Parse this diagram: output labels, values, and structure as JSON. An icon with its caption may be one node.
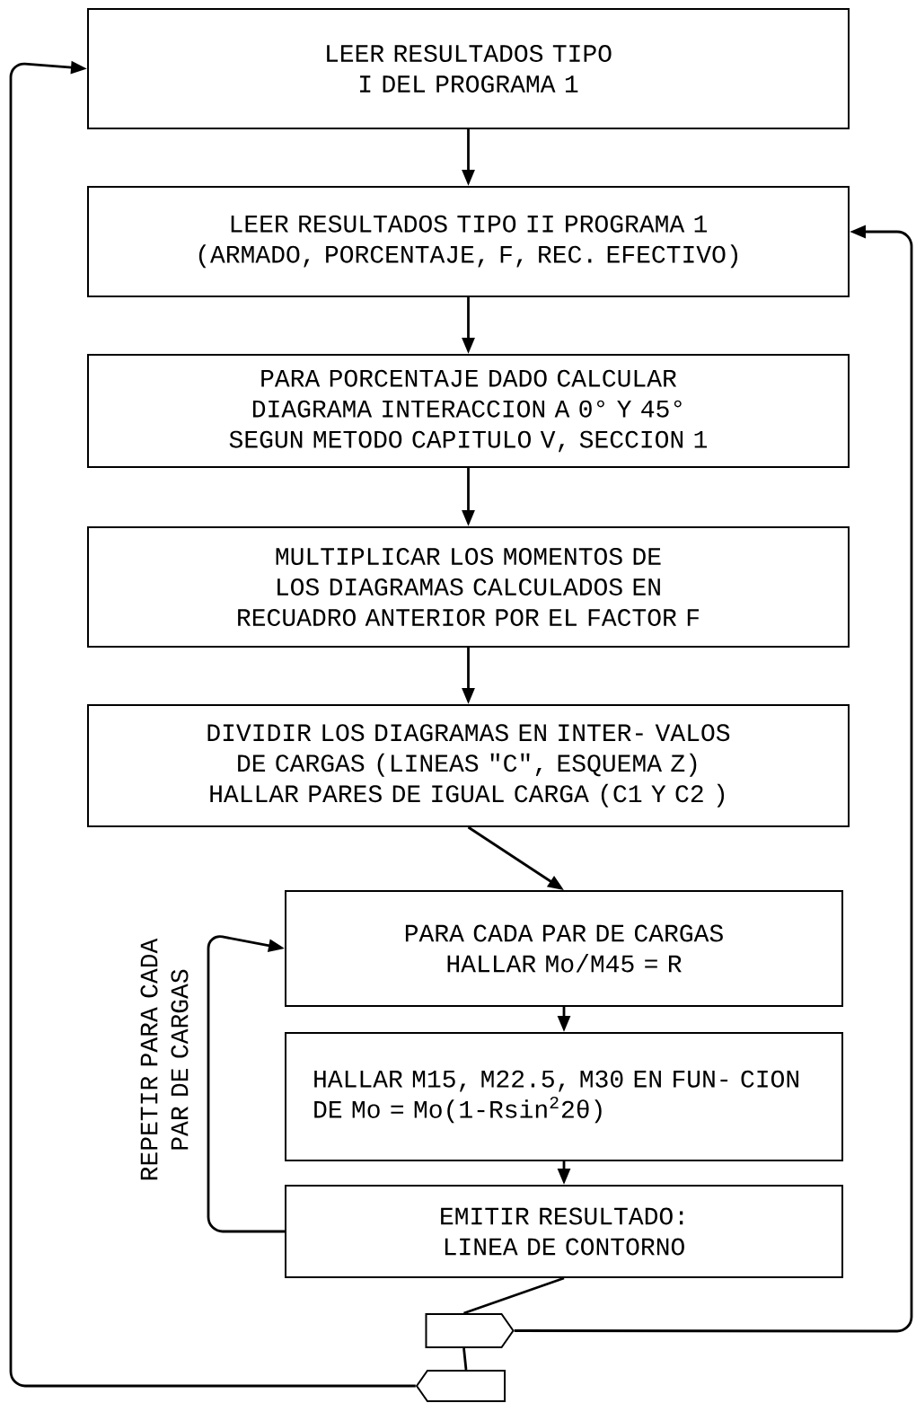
{
  "diagram": {
    "nodes": [
      {
        "text": [
          "LEER RESULTADOS TIPO I DEL PROGRAMA 1"
        ]
      },
      {
        "text": [
          "LEER RESULTADOS TIPO II PROGRAMA 1 (ARMADO, PORCENTAJE, F, REC. EFECTIVO)"
        ]
      },
      {
        "text": [
          "PARA PORCENTAJE DADO CALCULAR DIAGRAMA INTERACCION A 0° Y 45° SEGUN METODO CAPITULO V, SECCION 1"
        ]
      },
      {
        "text": [
          "MULTIPLICAR LOS MOMENTOS DE LOS DIAGRAMAS CALCULADOS EN RECUADRO ANTERIOR POR EL FACTOR F"
        ]
      },
      {
        "text": [
          "DIVIDIR LOS DIAGRAMAS EN INTER- VALOS DE CARGAS (LINEAS \"C\", ESQUEMA Z) HALLAR PARES DE IGUAL CARGA (C1 Y C2 )"
        ]
      },
      {
        "text": [
          "PARA CADA PAR DE CARGAS HALLAR Mo/M45 = R"
        ]
      },
      {
        "text": [
          "HALLAR M15, M22.5, M30 EN FUN- CION DE Mo = Mo(1-Rsin$^{2}$2θ)"
        ]
      },
      {
        "text": [
          "EMITIR RESULTADO: LINEA DE CONTORNO"
        ]
      },
      {
        "text": [],
        "shape": "pentagon"
      },
      {
        "text": [],
        "shape": "pentagon"
      }
    ],
    "edges": [
      {
        "from": 0,
        "to": 1,
        "arrow": "to"
      },
      {
        "from": 1,
        "to": 2,
        "arrow": "to"
      },
      {
        "from": 2,
        "to": 3,
        "arrow": "to"
      },
      {
        "from": 3,
        "to": 4,
        "arrow": "to"
      },
      {
        "from": 4,
        "to": 5,
        "arrow": "to"
      },
      {
        "from": 5,
        "to": 6,
        "arrow": "to"
      },
      {
        "from": 6,
        "to": 7,
        "arrow": "to"
      },
      {
        "from": 7,
        "to": 5,
        "arrow": "to"
      },
      {
        "from": 7,
        "to": 8,
        "arrow": "none"
      },
      {
        "from": 8,
        "to": 9,
        "arrow": "none"
      },
      {
        "from": 8,
        "to": 1,
        "arrow": "to"
      },
      {
        "from": 9,
        "to": 0,
        "arrow": "to"
      }
    ],
    "labels": [
      "REPETIR PARA CADA PAR DE CARGAS"
    ]
  }
}
